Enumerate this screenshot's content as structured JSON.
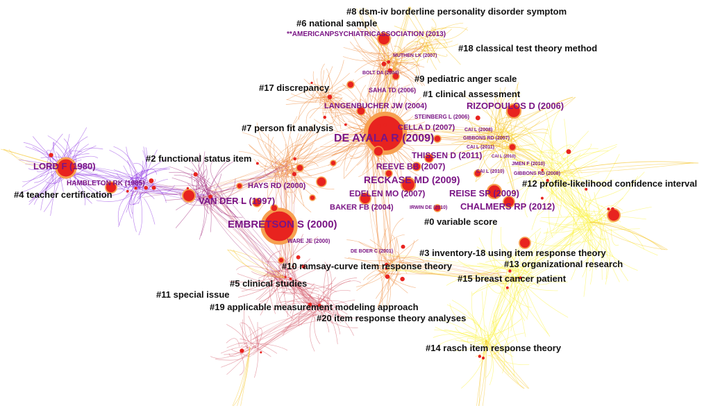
{
  "colors": {
    "purple": "#8a2be2",
    "magenta": "#a0277a",
    "rose": "#d45a6a",
    "orange": "#ef8a3c",
    "gold": "#f6c21c",
    "yellow": "#fbf23a",
    "node": "#e8231f",
    "ring": "#f6a050",
    "cluster_text": "#111111",
    "author_text": "#7a1585"
  },
  "clusters": [
    "#8 dsm-iv borderline personality disorder symptom",
    "#6 national sample",
    "#18 classical test theory method",
    "#9 pediatric anger scale",
    "#17 discrepancy",
    "#1 clinical assessment",
    "#7 person fit analysis",
    "#2 functional status item",
    "#12 profile-likelihood confidence interval",
    "#4 teacher certification",
    "#0 variable score",
    "#3 inventory-18 using item response theory",
    "#10 ramsay-curve item response theory",
    "#13 organizational research",
    "#15 breast cancer patient",
    "#5 clinical studies",
    "#11 special issue",
    "#19 applicable measurement modeling approach",
    "#20 item response theory analyses",
    "#14 rasch item response theory"
  ],
  "authors": [
    "**AMERICANPSYCHIATRICASSOCIATION (2013)",
    "MUTHEN LK (2007)",
    "BOLT DA (2004)",
    "SAHA TD (2006)",
    "LANGENBUCHER JW (2004)",
    "RIZOPOULOS D (2006)",
    "STEINBERG L (2006)",
    "CELLA D (2007)",
    "CAI L (2008)",
    "DE AYALA R (2009)",
    "GIBBONS RD (2007)",
    "CAI L (2011)",
    "CAI L (2010)",
    "JMEN F (2010)",
    "THISSEN D (2011)",
    "REEVE BB (2007)",
    "CAI L (2010)",
    "GIBBONS RD (2008)",
    "LORD F (1980)",
    "HAMBLETON RK (1985)",
    "HAYS RD (2000)",
    "RECKASE MD (2009)",
    "REISE SP (2009)",
    "EDELEN MO (2007)",
    "VAN DER L (1997)",
    "BAKER FB (2004)",
    "IRWIN DE (2010)",
    "CHALMERS RP (2012)",
    "EMBRETSON S (2000)",
    "WARE JE (2000)",
    "DE BOER C (2001)"
  ]
}
